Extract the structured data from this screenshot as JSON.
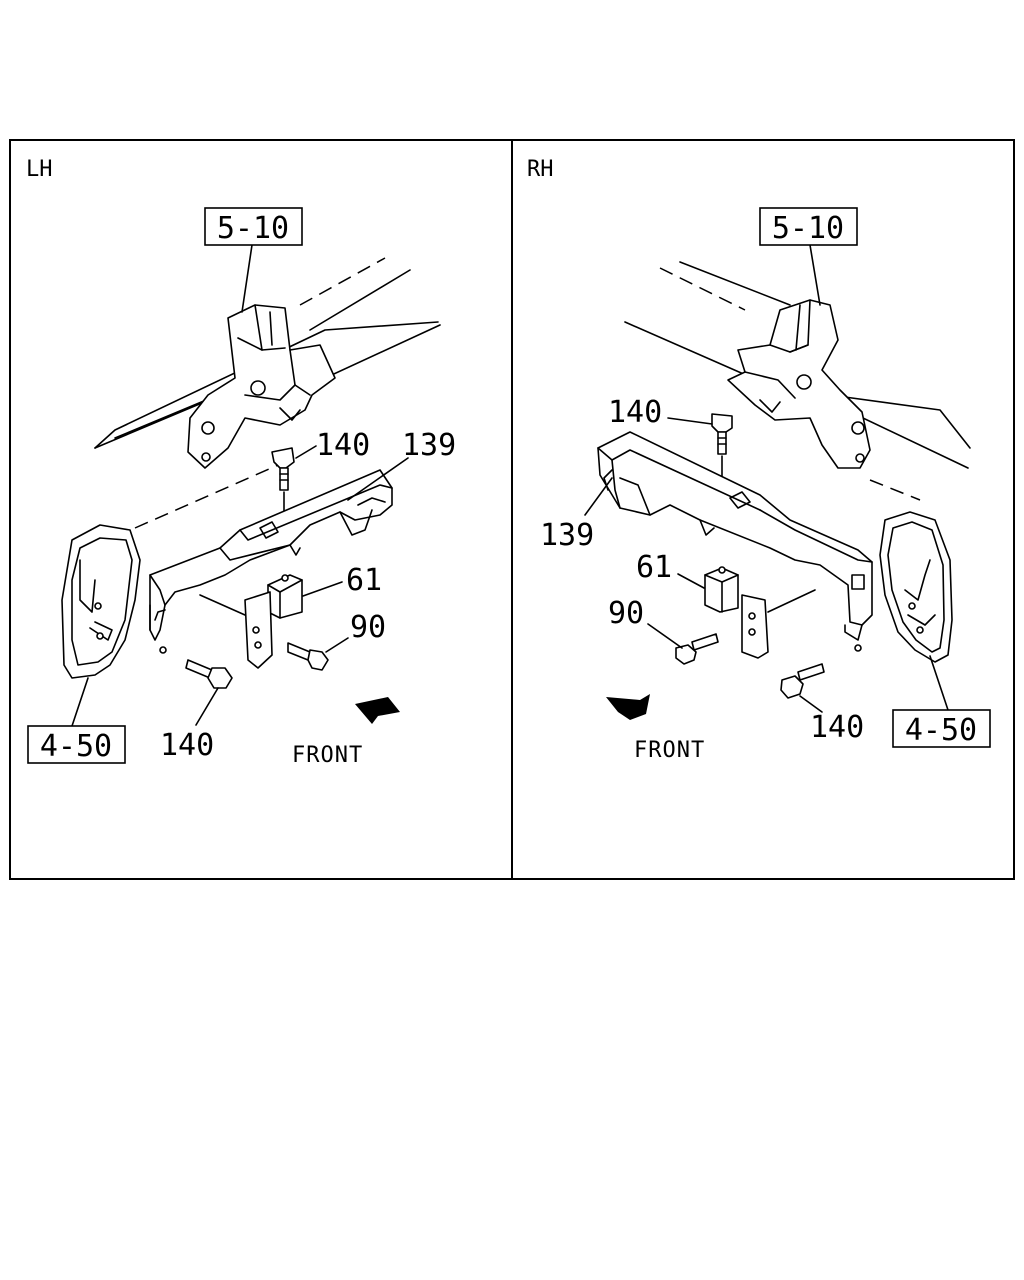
{
  "panels": {
    "left": {
      "side_label": "LH"
    },
    "right": {
      "side_label": "RH"
    }
  },
  "front_label": "FRONT",
  "refs": {
    "frame": "5-10",
    "lamp": "4-50"
  },
  "parts": {
    "bolt": "140",
    "cover": "139",
    "insulator": "61",
    "screw": "90"
  }
}
